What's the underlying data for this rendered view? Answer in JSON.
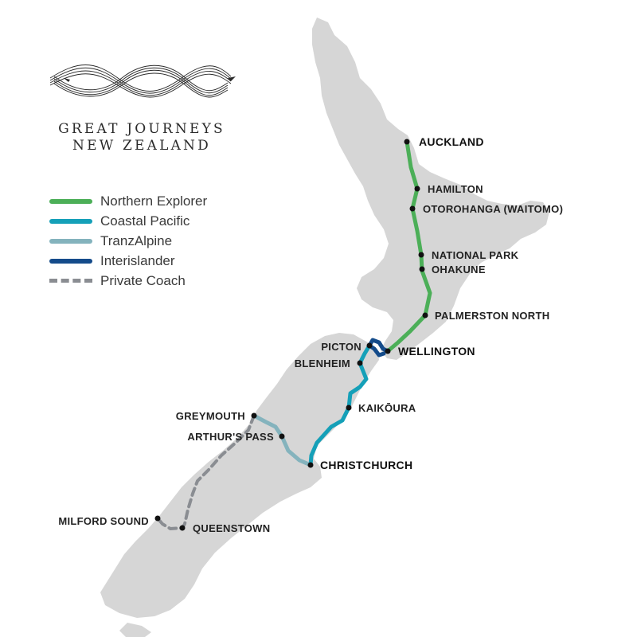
{
  "brand": {
    "line1": "GREAT JOURNEYS",
    "line2": "NEW ZEALAND"
  },
  "colors": {
    "northern_explorer": "#4caf58",
    "coastal_pacific": "#15a0b8",
    "tranzalpine": "#84b3bd",
    "interislander": "#144b8a",
    "private_coach": "#8a8d92",
    "land": "#d6d6d6"
  },
  "legend": [
    {
      "label": "Northern Explorer",
      "color": "#4caf58",
      "style": "solid"
    },
    {
      "label": "Coastal Pacific",
      "color": "#15a0b8",
      "style": "solid"
    },
    {
      "label": "TranzAlpine",
      "color": "#84b3bd",
      "style": "solid"
    },
    {
      "label": "Interislander",
      "color": "#144b8a",
      "style": "solid"
    },
    {
      "label": "Private Coach",
      "color": "#8a8d92",
      "style": "dashed"
    }
  ],
  "places": {
    "auckland": "AUCKLAND",
    "hamilton": "HAMILTON",
    "otorohanga": "OTOROHANGA (WAITOMO)",
    "national_park": "NATIONAL PARK",
    "ohakune": "OHAKUNE",
    "palmerston_north": "PALMERSTON NORTH",
    "wellington": "WELLINGTON",
    "picton": "PICTON",
    "blenheim": "BLENHEIM",
    "kaikoura": "KAIKŌURA",
    "greymouth": "GREYMOUTH",
    "arthurs_pass": "ARTHUR'S PASS",
    "christchurch": "CHRISTCHURCH",
    "milford_sound": "MILFORD SOUND",
    "queenstown": "QUEENSTOWN"
  }
}
